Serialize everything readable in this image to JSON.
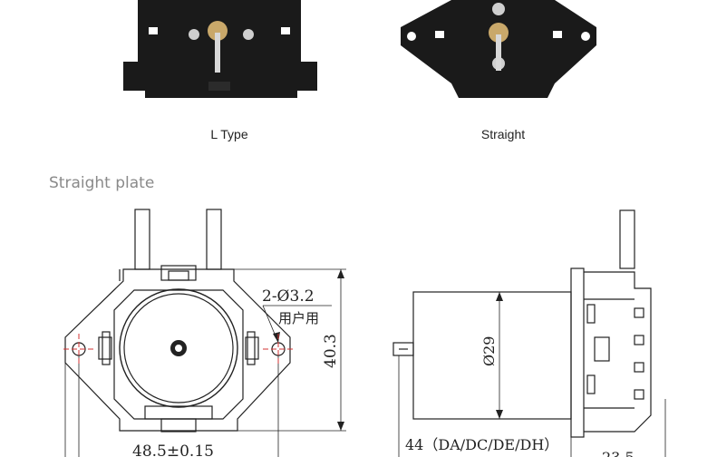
{
  "captions": {
    "l_type": "L Type",
    "straight": "Straight"
  },
  "section_title": "Straight plate",
  "dimensions": {
    "hole_spec": "2-Ø3.2",
    "hole_note": "用户用",
    "height": "40.3",
    "hole_spacing": "48.5±0.15",
    "motor_diameter": "Ø29",
    "motor_length": "44（DA/DC/DE/DH）",
    "partial_dim": "23.5"
  },
  "colors": {
    "body_black": "#1a1a1a",
    "drawing_line": "#222222",
    "center_line": "#d33333"
  }
}
